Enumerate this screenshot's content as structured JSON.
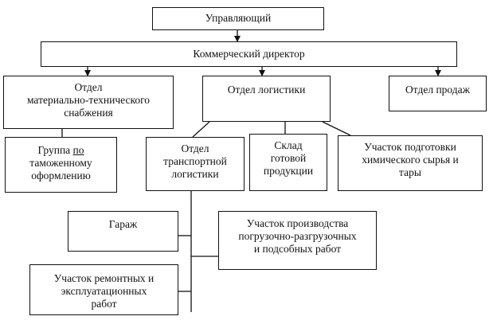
{
  "nodes": {
    "manager": "Управляющий",
    "commercial_director": "Коммерческий директор",
    "supply_dept": "Отдел\nматериально-технического\nснабжения",
    "logistics_dept": "Отдел логистики",
    "sales_dept": "Отдел продаж",
    "customs_group_prefix": "Группа ",
    "customs_group_underlined": "по",
    "customs_group_rest": "\nтаможенному\nоформлению",
    "transport_logistics": "Отдел\nтранспортной\nлогистики",
    "finished_goods_warehouse": "Склад\nготовой\nпродукции",
    "chemical_prep_section": "Участок подготовки\nхимического сырья и\nтары",
    "garage": "Гараж",
    "loading_section": "Участок производства\nпогрузочно-разгрузочных\nи подсобных работ",
    "repair_section": "Участок ремонтных и\nэксплуатационных\nработ"
  }
}
